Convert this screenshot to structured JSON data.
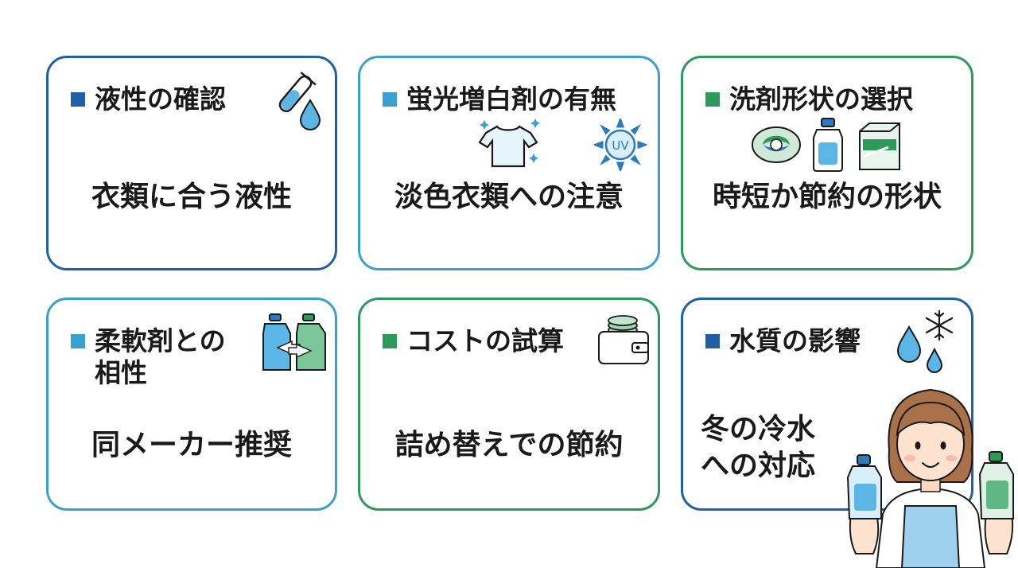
{
  "cards": [
    {
      "title": "液性の確認",
      "text": "衣類に合う液性",
      "marker": "#1f5fa8",
      "icons": [
        "test-tube-icon",
        "water-drop-icon"
      ]
    },
    {
      "title": "蛍光増白剤の有無",
      "text": "淡色衣類への注意",
      "marker": "#3aa0cf",
      "icons": [
        "tshirt-icon",
        "uv-sun-icon"
      ],
      "uv_label": "UV"
    },
    {
      "title": "洗剤形状の選択",
      "text": "時短か節約の形状",
      "marker": "#2b9a5a",
      "icons": [
        "detergent-pod-icon",
        "detergent-bottle-icon",
        "powder-box-icon"
      ]
    },
    {
      "title_line1": "柔軟剤との",
      "title_line2": "相性",
      "text": "同メーカー推奨",
      "marker": "#3aa0cf",
      "icons": [
        "paired-bottles-icon"
      ]
    },
    {
      "title": "コストの試算",
      "text": "詰め替えでの節約",
      "marker": "#2b9a5a",
      "icons": [
        "wallet-coins-icon"
      ]
    },
    {
      "title": "水質の影響",
      "text_line1": "冬の冷水",
      "text_line2": "への対応",
      "marker": "#1f5fa8",
      "icons": [
        "water-drops-icon",
        "snowflake-icon"
      ]
    }
  ],
  "illustration": "woman-holding-bottles"
}
